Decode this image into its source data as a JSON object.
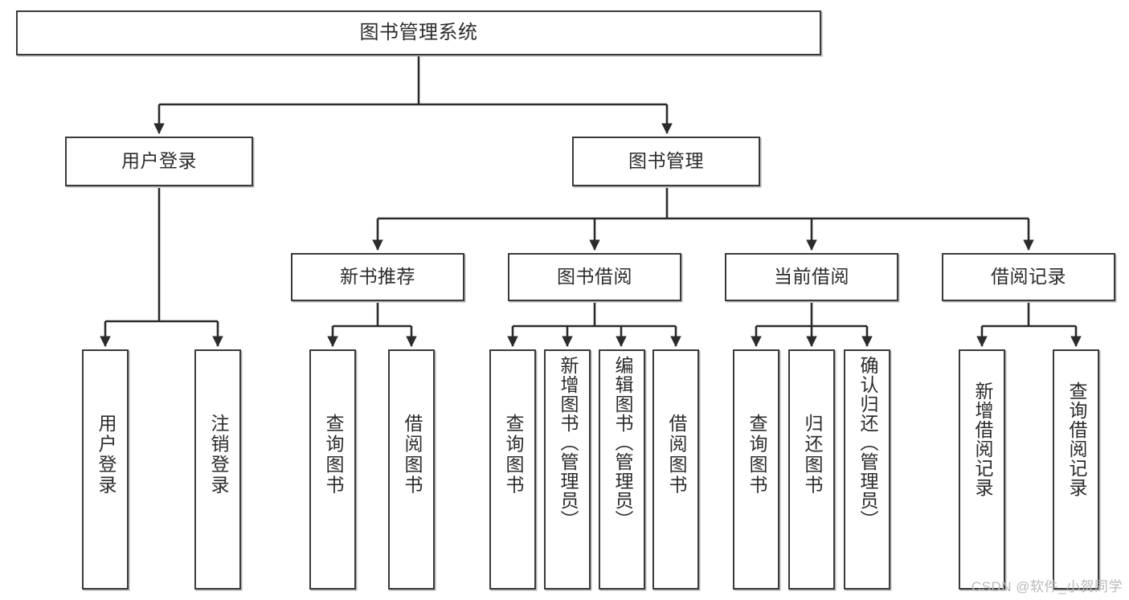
{
  "diagram": {
    "title": "图书管理系统",
    "type": "tree-hierarchy-chart",
    "colors": {
      "box_border": "#3a3a3a",
      "box_fill": "#ffffff",
      "edge": "#2b2b2b",
      "text": "#2b2b2b",
      "watermark": "#b9b9b9"
    }
  },
  "root": {
    "label": "图书管理系统"
  },
  "level1": [
    {
      "label": "用户登录"
    },
    {
      "label": "图书管理"
    }
  ],
  "level2": [
    {
      "label": "新书推荐"
    },
    {
      "label": "图书借阅"
    },
    {
      "label": "当前借阅"
    },
    {
      "label": "借阅记录"
    }
  ],
  "leaves": {
    "user_login": [
      {
        "label": "用户登录"
      },
      {
        "label": "注销登录"
      }
    ],
    "new_book_recommend": [
      {
        "label": "查询图书"
      },
      {
        "label": "借阅图书"
      }
    ],
    "book_borrow": [
      {
        "label": "查询图书"
      },
      {
        "label": "新增图书（管理员）"
      },
      {
        "label": "编辑图书（管理员）"
      },
      {
        "label": "借阅图书"
      }
    ],
    "current_borrow": [
      {
        "label": "查询图书"
      },
      {
        "label": "归还图书"
      },
      {
        "label": "确认归还（管理员）"
      }
    ],
    "borrow_record": [
      {
        "label": "新增借阅记录"
      },
      {
        "label": "查询借阅记录"
      }
    ]
  },
  "watermark": {
    "text": "CSDN @软件_小贺同学"
  }
}
